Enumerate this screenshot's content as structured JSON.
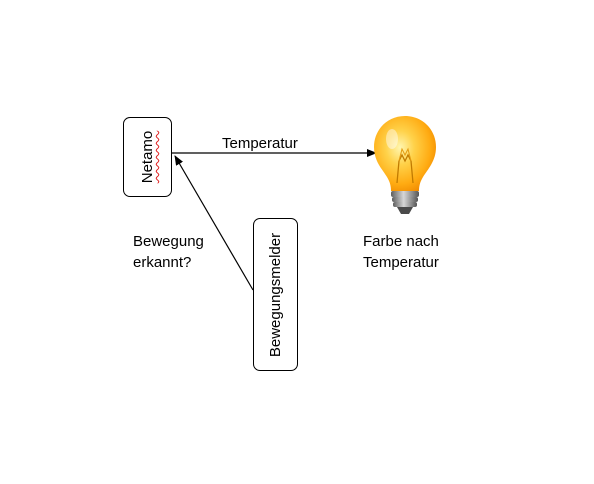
{
  "nodes": {
    "netamo": "Netamo",
    "motion_sensor": "Bewegungsmelder"
  },
  "edges": {
    "temperature": "Temperatur"
  },
  "labels": {
    "motion_question_line1": "Bewegung",
    "motion_question_line2": "erkannt?",
    "bulb_caption_line1": "Farbe nach",
    "bulb_caption_line2": "Temperatur"
  },
  "icons": {
    "bulb": "light-bulb-icon"
  },
  "colors": {
    "bulb_glow": "#ffb400",
    "bulb_core": "#fff3a0",
    "bulb_base": "#8a8a8a",
    "spellcheck_underline": "#e02020"
  }
}
